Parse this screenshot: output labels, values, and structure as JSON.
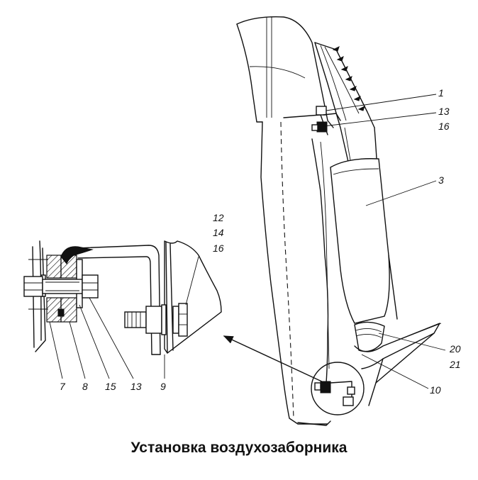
{
  "caption": "Установка воздухозаборника",
  "callouts": {
    "c1": "1",
    "c13a": "13",
    "c16a": "16",
    "c3": "3",
    "c12": "12",
    "c14": "14",
    "c16b": "16",
    "c20": "20",
    "c21": "21",
    "c10": "10",
    "c7": "7",
    "c8": "8",
    "c15": "15",
    "c13b": "13",
    "c9": "9"
  }
}
